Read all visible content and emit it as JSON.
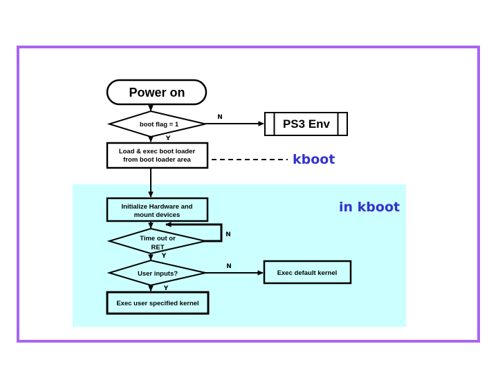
{
  "diagram": {
    "colors": {
      "border": "#a965f2",
      "region_fill": "#ccffff",
      "annotation_text": "#3333cc",
      "line": "#000000"
    },
    "nodes": {
      "power_on": {
        "label": "Power on"
      },
      "boot_flag": {
        "label": "boot flag = 1"
      },
      "ps3_env": {
        "label": "PS3 Env"
      },
      "load_boot_loader": {
        "line1": "Load & exec boot loader",
        "line2": "from boot loader area"
      },
      "init_hardware": {
        "line1": "Initialize Hardware and",
        "line2": "mount devices"
      },
      "timeout": {
        "line1": "Time out or",
        "line2": "RET"
      },
      "user_inputs": {
        "label": "User inputs?"
      },
      "exec_default_kernel": {
        "label": "Exec default kernel"
      },
      "exec_user_kernel": {
        "label": "Exec user specified kernel"
      }
    },
    "branch_labels": {
      "boot_flag_n": "N",
      "boot_flag_y": "Y",
      "timeout_n": "N",
      "timeout_y": "Y",
      "user_inputs_n": "N",
      "user_inputs_y": "Y"
    },
    "annotations": {
      "kboot": "kboot",
      "in_kboot": "in kboot"
    }
  }
}
